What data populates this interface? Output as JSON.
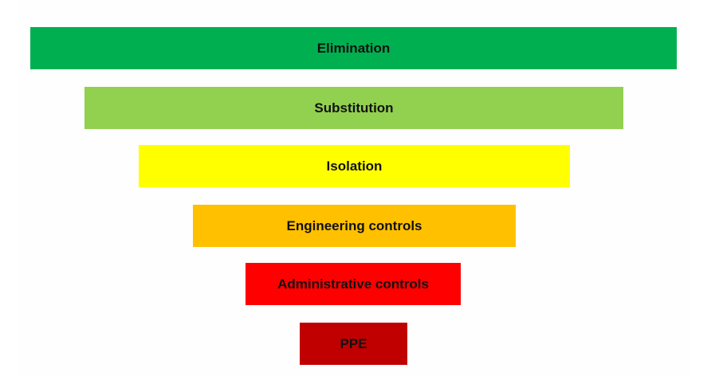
{
  "hierarchy": {
    "levels": [
      {
        "label": "Elimination",
        "color": "#00b050"
      },
      {
        "label": "Substitution",
        "color": "#92d050"
      },
      {
        "label": "Isolation",
        "color": "#ffff00"
      },
      {
        "label": "Engineering controls",
        "color": "#ffc000"
      },
      {
        "label": "Administrative controls",
        "color": "#ff0000"
      },
      {
        "label": "PPE",
        "color": "#c00000"
      }
    ]
  }
}
